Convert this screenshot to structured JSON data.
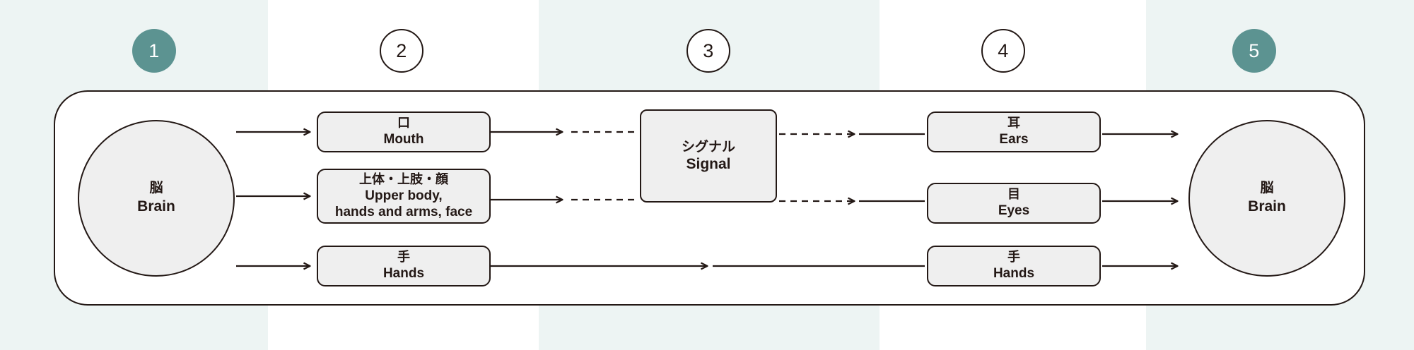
{
  "diagram": {
    "title_present": false,
    "colors": {
      "band_tint": "#edf4f3",
      "accent_teal": "#5c9391",
      "ink": "#231815",
      "node_fill": "#efefef",
      "frame_fill": "#ffffff"
    },
    "steps": [
      {
        "number": "1",
        "style": "filled"
      },
      {
        "number": "2",
        "style": "outlined"
      },
      {
        "number": "3",
        "style": "outlined"
      },
      {
        "number": "4",
        "style": "outlined"
      },
      {
        "number": "5",
        "style": "filled"
      }
    ],
    "nodes": {
      "brain_left": {
        "jp": "脳",
        "en": "Brain"
      },
      "brain_right": {
        "jp": "脳",
        "en": "Brain"
      },
      "mouth": {
        "jp": "口",
        "en": "Mouth"
      },
      "upper_body": {
        "jp": "上体・上肢・顔",
        "en": "Upper body,\nhands and arms, face"
      },
      "hands_left": {
        "jp": "手",
        "en": "Hands"
      },
      "signal": {
        "jp": "シグナル",
        "en": "Signal"
      },
      "ears": {
        "jp": "耳",
        "en": "Ears"
      },
      "eyes": {
        "jp": "目",
        "en": "Eyes"
      },
      "hands_right": {
        "jp": "手",
        "en": "Hands"
      }
    },
    "connectors": [
      {
        "from": "brain_left",
        "to": "mouth",
        "style": "solid-arrow"
      },
      {
        "from": "brain_left",
        "to": "upper_body",
        "style": "solid-arrow"
      },
      {
        "from": "brain_left",
        "to": "hands_left",
        "style": "solid-arrow"
      },
      {
        "from": "mouth",
        "to": "signal",
        "style": "solid-arrow-then-dashed"
      },
      {
        "from": "upper_body",
        "to": "signal",
        "style": "solid-arrow-then-dashed"
      },
      {
        "from": "signal",
        "to": "ears",
        "style": "dashed-arrow-then-solid"
      },
      {
        "from": "signal",
        "to": "eyes",
        "style": "dashed-arrow-then-solid"
      },
      {
        "from": "hands_left",
        "to": "hands_right",
        "style": "solid-arrow-long"
      },
      {
        "from": "ears",
        "to": "brain_right",
        "style": "solid-arrow"
      },
      {
        "from": "eyes",
        "to": "brain_right",
        "style": "solid-arrow"
      },
      {
        "from": "hands_right",
        "to": "brain_right",
        "style": "solid-arrow"
      }
    ]
  }
}
